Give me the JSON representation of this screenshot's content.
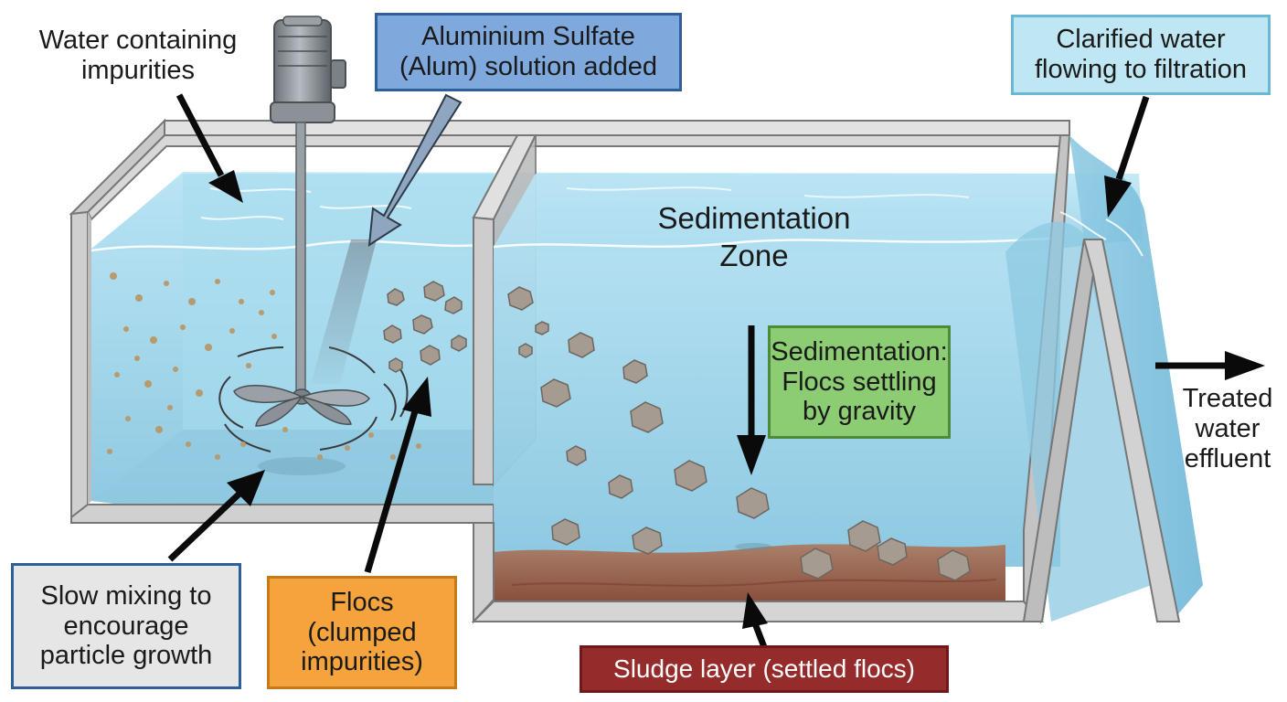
{
  "labels": {
    "water_impurities": "Water containing\nimpurities",
    "alum_added": "Aluminium Sulfate\n(Alum) solution added",
    "clarified_water": "Clarified water\nflowing to filtration",
    "sedimentation_zone": "Sedimentation\nZone",
    "flocs_settling": "Sedimentation:\nFlocs settling\nby gravity",
    "treated_effluent": "Treated\nwater\neffluent",
    "slow_mixing": "Slow mixing to\nencourage\nparticle growth",
    "flocs": "Flocs\n(clumped\nimpurities)",
    "sludge_layer": "Sludge layer (settled flocs)"
  },
  "colors": {
    "alum_box": "#7fa8dc",
    "clarified_box": "#bfe6f3",
    "settling_box": "#8ccc72",
    "slow_mixing_box": "#e6e6e6",
    "flocs_box": "#f5a33c",
    "sludge_box": "#962b2b",
    "water": "#9dd4ea",
    "sludge": "#9b6a56",
    "concrete": "#cfcfcf"
  },
  "icons": [
    "motor-icon",
    "impeller-icon",
    "floc-particle-icon",
    "arrow-icon"
  ]
}
